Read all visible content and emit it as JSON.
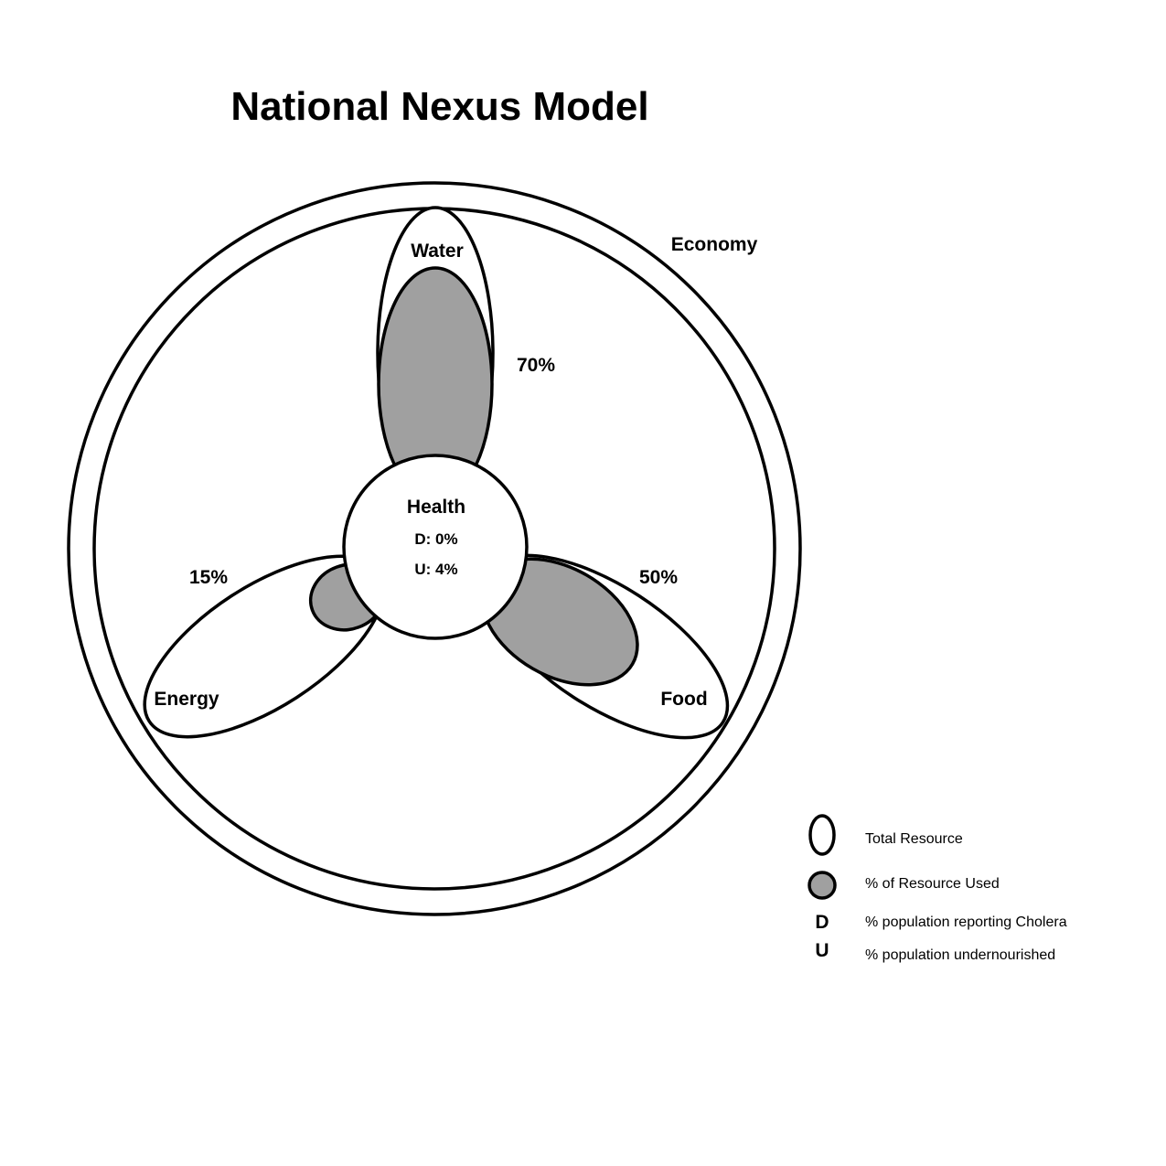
{
  "title": "National Nexus Model",
  "economy": {
    "label": "Economy"
  },
  "health": {
    "label": "Health",
    "d_line": "D: 0%",
    "u_line": "U: 4%"
  },
  "resources": {
    "water": {
      "label": "Water",
      "used_label": "70%"
    },
    "energy": {
      "label": "Energy",
      "used_label": "15%"
    },
    "food": {
      "label": "Food",
      "used_label": "50%"
    }
  },
  "legend": {
    "total_resource": "Total Resource",
    "resource_used": "% of Resource Used",
    "d_letter": "D",
    "d_text": "% population reporting Cholera",
    "u_letter": "U",
    "u_text": "% population undernourished"
  },
  "colors": {
    "used_fill": "#a0a0a0",
    "stroke": "#000000",
    "background": "#ffffff"
  }
}
